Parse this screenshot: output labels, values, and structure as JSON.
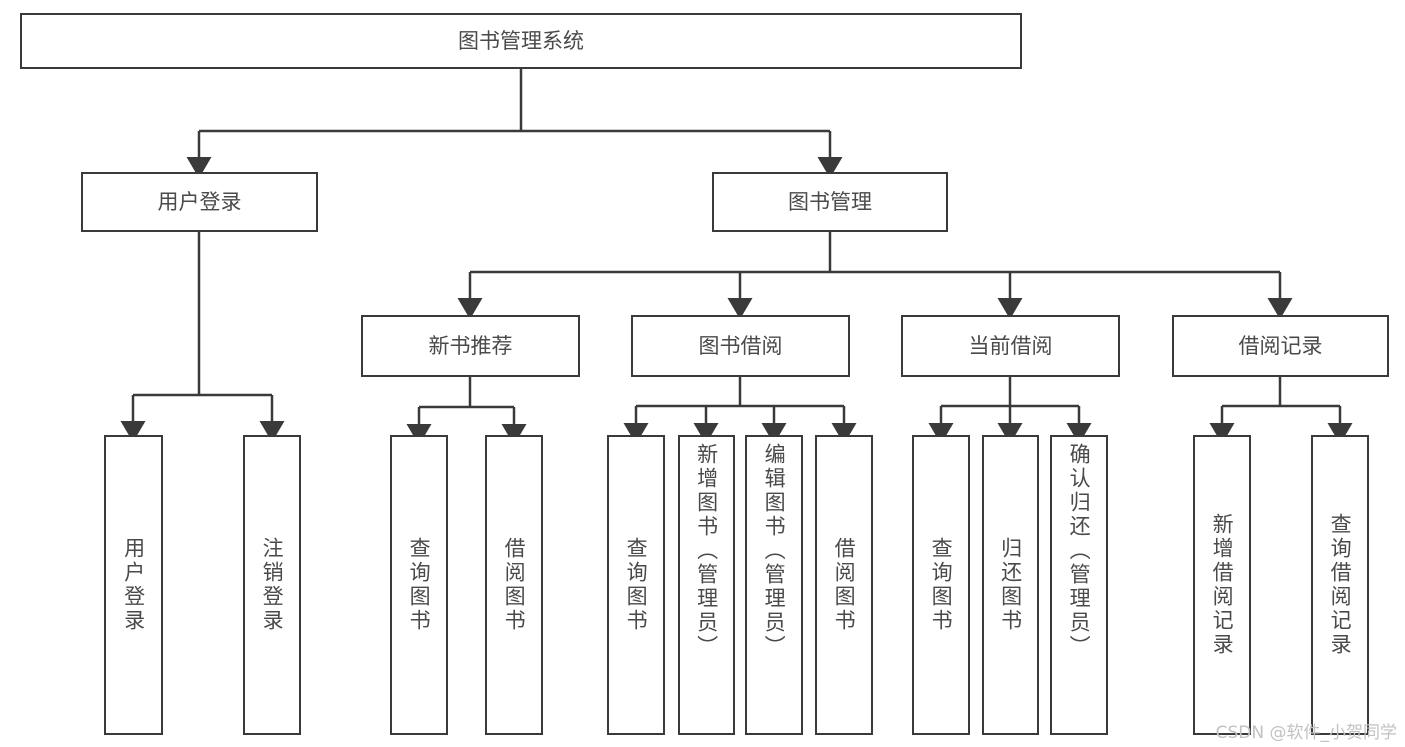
{
  "diagram": {
    "title_node": {
      "label": "图书管理系统"
    },
    "level2": [
      {
        "id": "user-login",
        "label": "用户登录"
      },
      {
        "id": "book-management",
        "label": "图书管理"
      }
    ],
    "level3": [
      {
        "id": "new-book-recommend",
        "label": "新书推荐"
      },
      {
        "id": "book-borrow",
        "label": "图书借阅"
      },
      {
        "id": "current-borrow",
        "label": "当前借阅"
      },
      {
        "id": "borrow-record",
        "label": "借阅记录"
      }
    ],
    "leaves": {
      "user_login": [
        {
          "id": "leaf-user-login",
          "label": "用户登录"
        },
        {
          "id": "leaf-logout-login",
          "label": "注销登录"
        }
      ],
      "new_book_recommend": [
        {
          "id": "leaf-query-book-1",
          "label": "查询图书"
        },
        {
          "id": "leaf-borrow-book-1",
          "label": "借阅图书"
        }
      ],
      "book_borrow": [
        {
          "id": "leaf-query-book-2",
          "label": "查询图书"
        },
        {
          "id": "leaf-add-book",
          "label": "新增图书（管理员）"
        },
        {
          "id": "leaf-edit-book",
          "label": "编辑图书（管理员）"
        },
        {
          "id": "leaf-borrow-book-2",
          "label": "借阅图书"
        }
      ],
      "current_borrow": [
        {
          "id": "leaf-query-book-3",
          "label": "查询图书"
        },
        {
          "id": "leaf-return-book",
          "label": "归还图书"
        },
        {
          "id": "leaf-confirm-return",
          "label": "确认归还（管理员）"
        }
      ],
      "borrow_record": [
        {
          "id": "leaf-add-record",
          "label": "新增借阅记录"
        },
        {
          "id": "leaf-query-record",
          "label": "查询借阅记录"
        }
      ]
    },
    "watermark": "CSDN @软件_小贺同学",
    "colors": {
      "border": "#3a3a3a",
      "text": "#4a4a4a",
      "background": "#ffffff",
      "watermark": "#c2c2c2"
    }
  }
}
